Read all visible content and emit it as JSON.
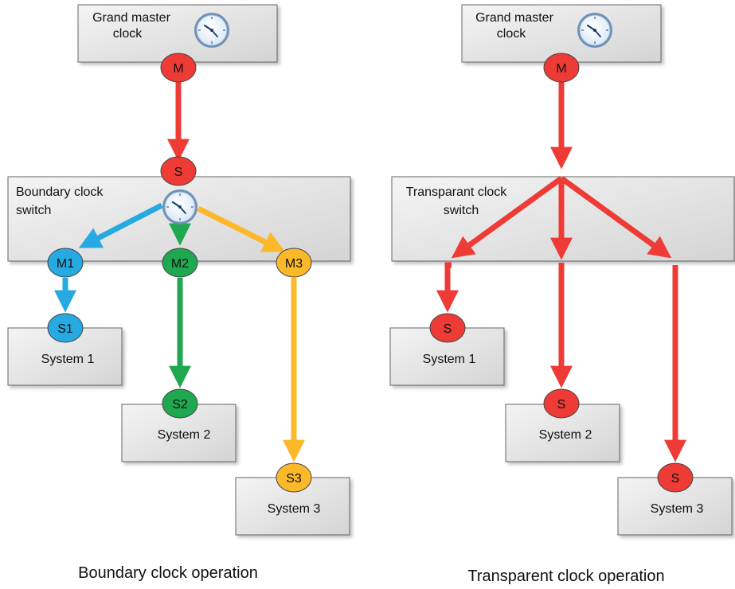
{
  "colors": {
    "red": "#ee3b36",
    "blue": "#27a9e1",
    "green": "#1fa84f",
    "yellow": "#fbb829",
    "box_fill": "#e6e6e6"
  },
  "left": {
    "gm_box": {
      "line1": "Grand master",
      "line2": "clock"
    },
    "gm_node": "M",
    "switch_node": "S",
    "switch_box": {
      "line1": "Boundary clock",
      "line2": "switch"
    },
    "ports": [
      "M1",
      "M2",
      "M3"
    ],
    "slaves": [
      "S1",
      "S2",
      "S3"
    ],
    "systems": [
      "System 1",
      "System 2",
      "System 3"
    ],
    "caption": "Boundary clock operation"
  },
  "right": {
    "gm_box": {
      "line1": "Grand master",
      "line2": "clock"
    },
    "gm_node": "M",
    "switch_box": {
      "line1": "Transparant clock",
      "line2": "switch"
    },
    "slaves": [
      "S",
      "S",
      "S"
    ],
    "systems": [
      "System 1",
      "System 2",
      "System 3"
    ],
    "caption": "Transparent clock operation"
  }
}
